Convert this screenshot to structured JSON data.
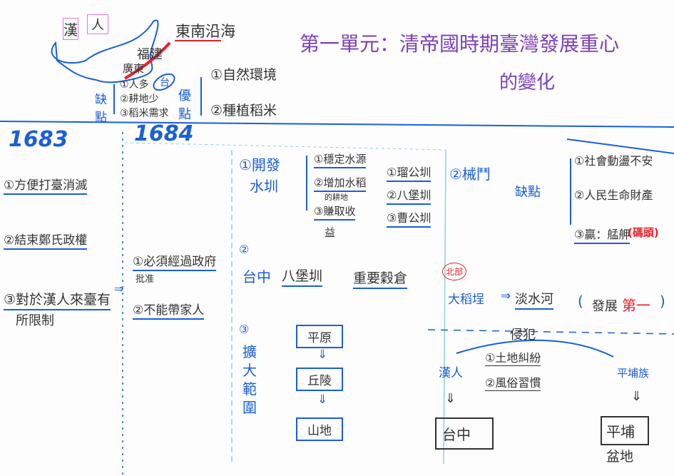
{
  "title": {
    "line1": "第一單元：清帝國時期臺灣發展重心",
    "line2": "的變化"
  },
  "map": {
    "han1": "漢",
    "han2": "人",
    "fujian": "福建",
    "guangdong": "廣東",
    "southeast": "東南沿海",
    "taiwan": "台",
    "disadvantage_label": "缺點",
    "disadvantages": [
      "①人多",
      "②耕地少",
      "③稻米需求"
    ],
    "advantage_label": "優點",
    "advantages": [
      "①自然環境",
      "②種植稻米"
    ]
  },
  "years": {
    "y1683": "1683",
    "y1684": "1684"
  },
  "left": {
    "items": [
      "①方便打臺消滅",
      "②結束鄭氏政權",
      "③對於漢人來臺有",
      "所限制"
    ],
    "restrictions": [
      "①必須經過政府",
      "批准",
      "②不能帶家人"
    ]
  },
  "canal": {
    "label1": "①開發",
    "label2": "水圳",
    "purposes": [
      "①穩定水源",
      "②增加水稻",
      "的耕地",
      "③賺取收",
      "益"
    ],
    "examples": [
      "①瑠公圳",
      "②八堡圳",
      "③曹公圳"
    ]
  },
  "taichung": {
    "num": "②",
    "label": "台中",
    "canal": "八堡圳",
    "result": "重要穀倉"
  },
  "expand": {
    "num": "③",
    "label": "擴大範圍",
    "steps": [
      "平原",
      "丘陵",
      "山地"
    ]
  },
  "fight": {
    "label": "②械鬥",
    "drawback": "缺點",
    "items": [
      "①社會動盪不安",
      "②人民生命財產",
      "③贏：艋舺"
    ],
    "wharf": "(碼頭)"
  },
  "north": {
    "badge": "北部",
    "place": "大稻埕",
    "river": "淡水河",
    "paren_open": "(",
    "develop": "發展",
    "first": "第一",
    "paren_close": ")"
  },
  "conflict": {
    "label": "侵犯",
    "han": "漢人",
    "pingpu": "平埔族",
    "items": [
      "①土地糾紛",
      "②風俗習慣"
    ],
    "han_dest": "台中",
    "pingpu_dest1": "平埔",
    "pingpu_dest2": "盆地"
  }
}
